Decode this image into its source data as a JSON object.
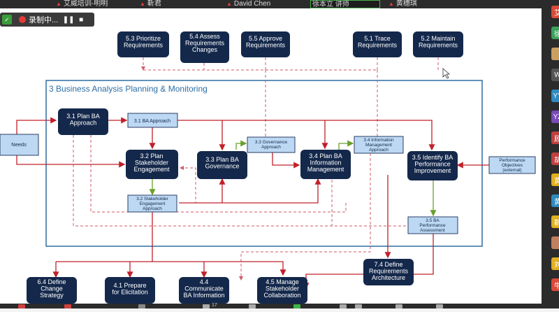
{
  "meeting": {
    "participants": [
      {
        "name": "艾威培训-明明",
        "muted": true
      },
      {
        "name": "靳君",
        "muted": true
      },
      {
        "name": "David Chen",
        "muted": true
      },
      {
        "name": "徐本立 讲师",
        "active": true
      },
      {
        "name": "黄穗琪",
        "muted": true
      }
    ],
    "recording": {
      "label": "录制中..."
    },
    "side_avatars": [
      {
        "text": "艾",
        "color": "#d94a3a"
      },
      {
        "text": "徐",
        "color": "#3aa25a"
      },
      {
        "text": "",
        "color": "#caa060"
      },
      {
        "text": "W",
        "color": "#555555"
      },
      {
        "text": "YY",
        "color": "#2f8ac0"
      },
      {
        "text": "YZ",
        "color": "#7a4ab8"
      },
      {
        "text": "顾",
        "color": "#c04040"
      },
      {
        "text": "胡",
        "color": "#c04040"
      },
      {
        "text": "黄",
        "color": "#e0b020"
      },
      {
        "text": "黄",
        "color": "#2f8ac0"
      },
      {
        "text": "靳",
        "color": "#e0b020"
      },
      {
        "text": "",
        "color": "#c08060"
      },
      {
        "text": "刘",
        "color": "#e0b020"
      },
      {
        "text": "牛",
        "color": "#d94a3a"
      }
    ],
    "bottom_count": "17"
  },
  "slide": {
    "frame_title": "3 Business Analysis Planning & Monitoring",
    "boxes": {
      "b53": [
        "5.3 Prioritize",
        "Requirements"
      ],
      "b54": [
        "5.4 Assess",
        "Requirements",
        "Changes"
      ],
      "b55": [
        "5.5 Approve",
        "Requirements"
      ],
      "b51": [
        "5.1 Trace",
        "Requirements"
      ],
      "b52": [
        "5.2 Maintain",
        "Requirements"
      ],
      "b31": [
        "3.1 Plan BA",
        "Approach"
      ],
      "b32": [
        "3.2 Plan",
        "Stakeholder",
        "Engagement"
      ],
      "b33": [
        "3.3 Plan BA",
        "Governance"
      ],
      "b34": [
        "3.4 Plan BA",
        "Information",
        "Management"
      ],
      "b35": [
        "3.5 Identify BA",
        "Performance",
        "Improvement"
      ],
      "b64": [
        "6.4 Define",
        "Change",
        "Strategy"
      ],
      "b41": [
        "4.1 Prepare",
        "for Elicitation"
      ],
      "b44": [
        "4.4",
        "Communicate",
        "BA Information"
      ],
      "b45": [
        "4.5 Manage",
        "Stakeholder",
        "Collaboration"
      ],
      "b74": [
        "7.4 Define",
        "Requirements",
        "Architecture"
      ]
    },
    "outputs": {
      "needs": [
        "Needs"
      ],
      "o31": [
        "3.1 BA Approach"
      ],
      "o32": [
        "3.2 Stakeholder",
        "Engagement",
        "Approach"
      ],
      "o33": [
        "3.3 Governance",
        "Approach"
      ],
      "o34": [
        "3.4 Information",
        "Management",
        "Approach"
      ],
      "o35": [
        "3.5 BA",
        "Performance",
        "Assessment"
      ],
      "perf": [
        "Performance",
        "Objectives",
        "(external)"
      ]
    }
  }
}
